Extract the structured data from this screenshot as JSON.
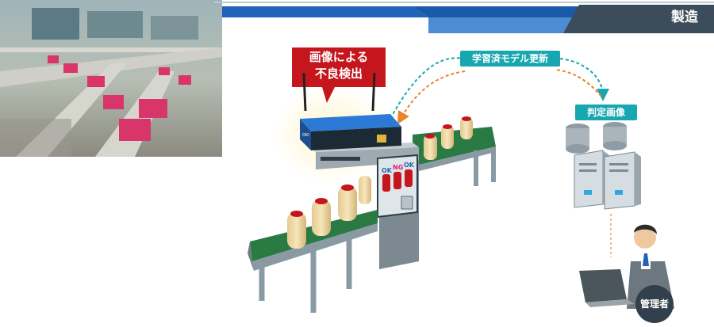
{
  "section_label": "製造",
  "callout": {
    "line1": "画像による",
    "line2": "不良検出"
  },
  "model_update_label": "学習済モデル更新",
  "judgment_label": "判定画像",
  "admin_label": "管理者",
  "gateway_brand": "OKI",
  "monitor_labels": [
    "OK",
    "NG",
    "OK"
  ],
  "colors": {
    "banner_blue": "#1f64b8",
    "banner_dark": "#3c4c5a",
    "callout_red": "#c4161c",
    "teal": "#17a7b0",
    "orange_arrow": "#e8852a",
    "conveyor_green": "#2a7a43"
  }
}
